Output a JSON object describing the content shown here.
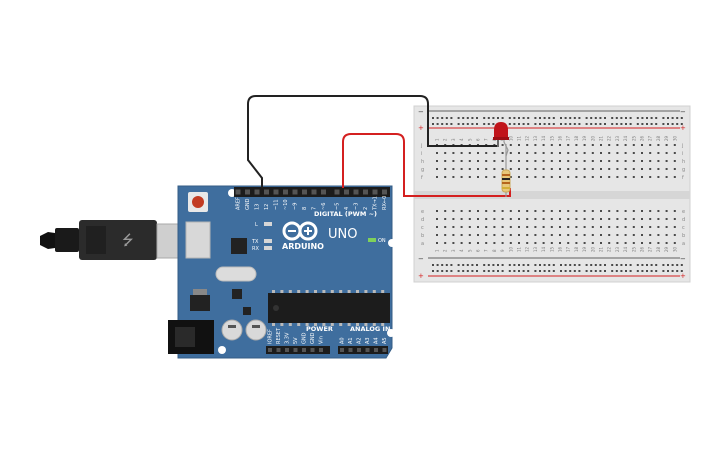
{
  "board": {
    "brand": "ARDUINO",
    "model": "UNO",
    "digital_header": "DIGITAL (PWM ~)",
    "power_header": "POWER",
    "analog_header": "ANALOG IN",
    "on_label": "ON",
    "led_l": "L",
    "led_tx": "TX",
    "led_rx": "RX",
    "digital_pins": [
      "AREF",
      "GND",
      "13",
      "12",
      "~11",
      "~10",
      "~9",
      "8",
      "7",
      "~6",
      "~5",
      "4",
      "~3",
      "2",
      "TX→1",
      "RX←0"
    ],
    "power_pins": [
      "IOREF",
      "RESET",
      "3.3V",
      "5V",
      "GND",
      "GND",
      "Vin"
    ],
    "analog_pins": [
      "A0",
      "A1",
      "A2",
      "A3",
      "A4",
      "A5"
    ],
    "color": "#3f6e9e"
  },
  "breadboard": {
    "row_letters_top": [
      "j",
      "i",
      "h",
      "g",
      "f"
    ],
    "row_letters_bottom": [
      "e",
      "d",
      "c",
      "b",
      "a"
    ],
    "column_numbers": [
      "1",
      "2",
      "3",
      "4",
      "5",
      "6",
      "7",
      "8",
      "9",
      "10",
      "11",
      "12",
      "13",
      "14",
      "15",
      "16",
      "17",
      "18",
      "19",
      "20",
      "21",
      "22",
      "23",
      "24",
      "25",
      "26",
      "27",
      "28",
      "29",
      "30"
    ],
    "rail_plus": "+",
    "rail_minus": "−"
  },
  "components": {
    "led_color": "#c0141a",
    "wire_black": "#222222",
    "wire_red": "#d42020"
  }
}
